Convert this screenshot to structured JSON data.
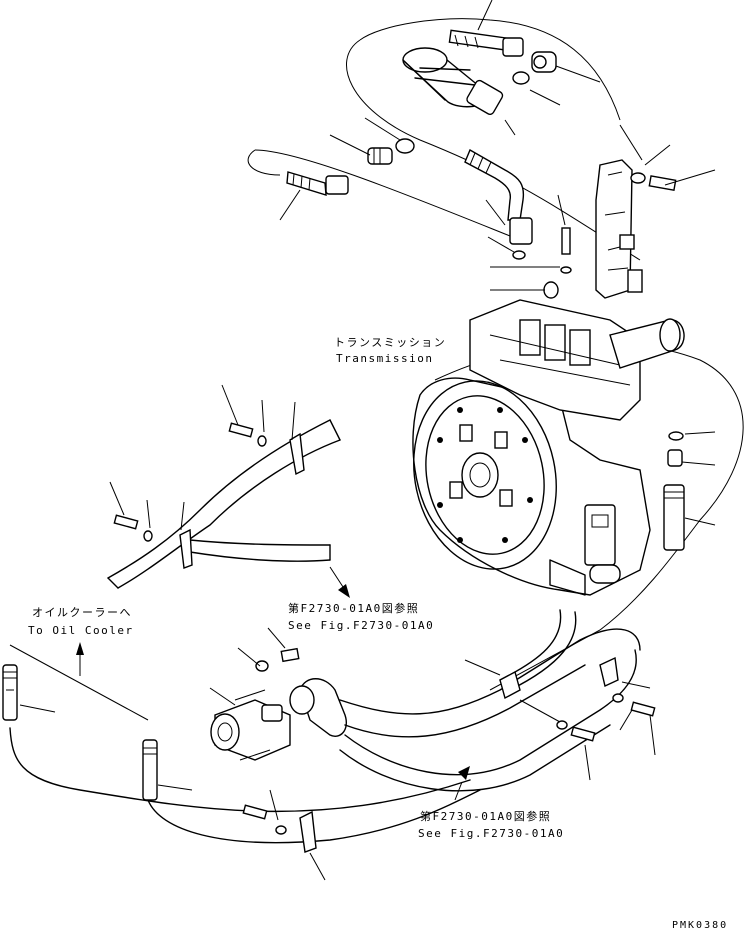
{
  "labels": {
    "transmission_jp": "トランスミッション",
    "transmission_en": "Transmission",
    "oil_cooler_jp": "オイルクーラーへ",
    "oil_cooler_en": "To Oil Cooler",
    "fig_ref_upper_jp": "第F2730-01A0図参照",
    "fig_ref_upper_en": "See Fig.F2730-01A0",
    "fig_ref_lower_jp": "第F2730-01A0図参照",
    "fig_ref_lower_en": "See Fig.F2730-01A0",
    "drawing_code": "PMK0380"
  },
  "colors": {
    "line": "#000000",
    "background": "#ffffff"
  }
}
